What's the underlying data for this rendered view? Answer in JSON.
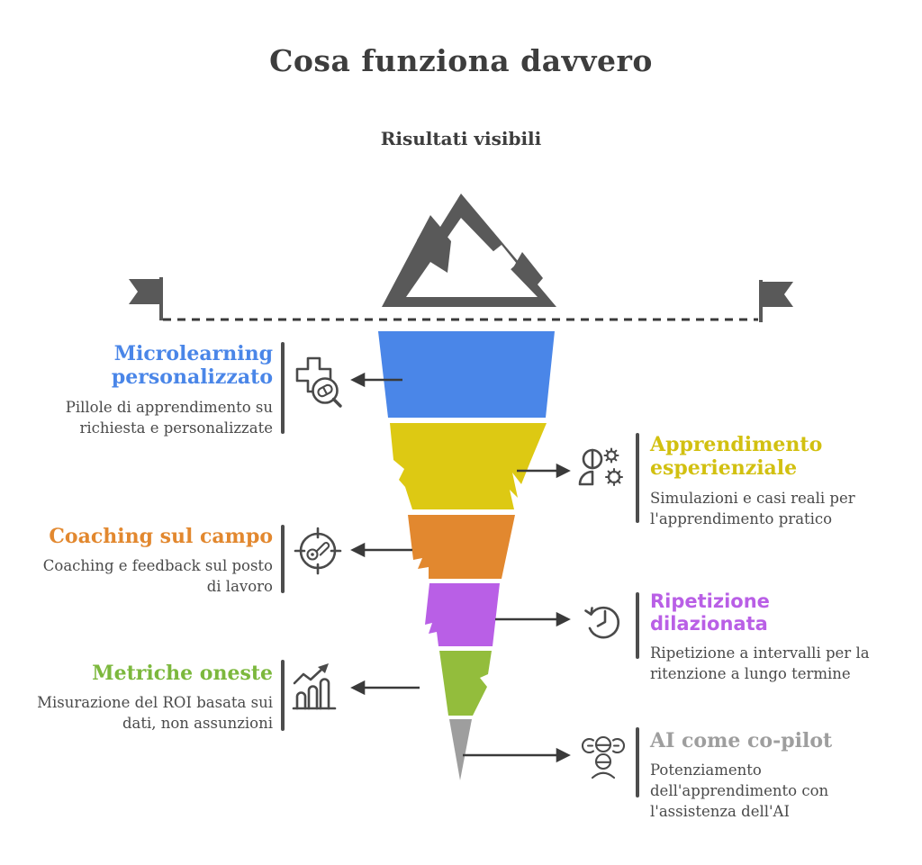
{
  "title": "Cosa funziona davvero",
  "subtitle": "Risultati visibili",
  "colors": {
    "heading_text": "#3d3d3d",
    "body_text": "#4a4a4a",
    "line_and_arrow": "#3a3a3a",
    "mountain_and_flag": "#595959",
    "icon_stroke": "#4a4a4a"
  },
  "funnel": {
    "segments": [
      {
        "name": "Microlearning personalizzato",
        "color": "#4a86e8"
      },
      {
        "name": "Apprendimento esperienziale",
        "color": "#ddc913"
      },
      {
        "name": "Coaching sul campo",
        "color": "#e2882f"
      },
      {
        "name": "Ripetizione dilazionata",
        "color": "#b95fe6"
      },
      {
        "name": "Metriche oneste",
        "color": "#93bd3c"
      },
      {
        "name": "AI come co-pilot",
        "color": "#9e9e9e"
      }
    ]
  },
  "items": [
    {
      "side": "left",
      "heading": "Microlearning personalizzato",
      "description": "Pillole di apprendimento su richiesta e personalizzate",
      "icon": "pill-search-icon",
      "color": "#4a86e8"
    },
    {
      "side": "right",
      "heading": "Apprendimento esperienziale",
      "description": "Simulazioni e casi reali per l'apprendimento pratico",
      "icon": "person-gears-icon",
      "color": "#d2c010"
    },
    {
      "side": "left",
      "heading": "Coaching sul campo",
      "description": "Coaching e feedback sul posto di lavoro",
      "icon": "gauge-target-icon",
      "color": "#e2882f"
    },
    {
      "side": "right",
      "heading": "Ripetizione dilazionata",
      "description": "Ripetizione a intervalli per la ritenzione a lungo termine",
      "icon": "history-clock-icon",
      "color": "#b95fe6"
    },
    {
      "side": "left",
      "heading": "Metriche oneste",
      "description": "Misurazione del ROI basata sui dati, non assunzioni",
      "icon": "bar-chart-trend-icon",
      "color": "#7cb83d"
    },
    {
      "side": "right",
      "heading": "AI come co-pilot",
      "description": "Potenziamento dell'apprendimento con l'assistenza dell'AI",
      "icon": "people-group-icon",
      "color": "#9e9e9e"
    }
  ]
}
